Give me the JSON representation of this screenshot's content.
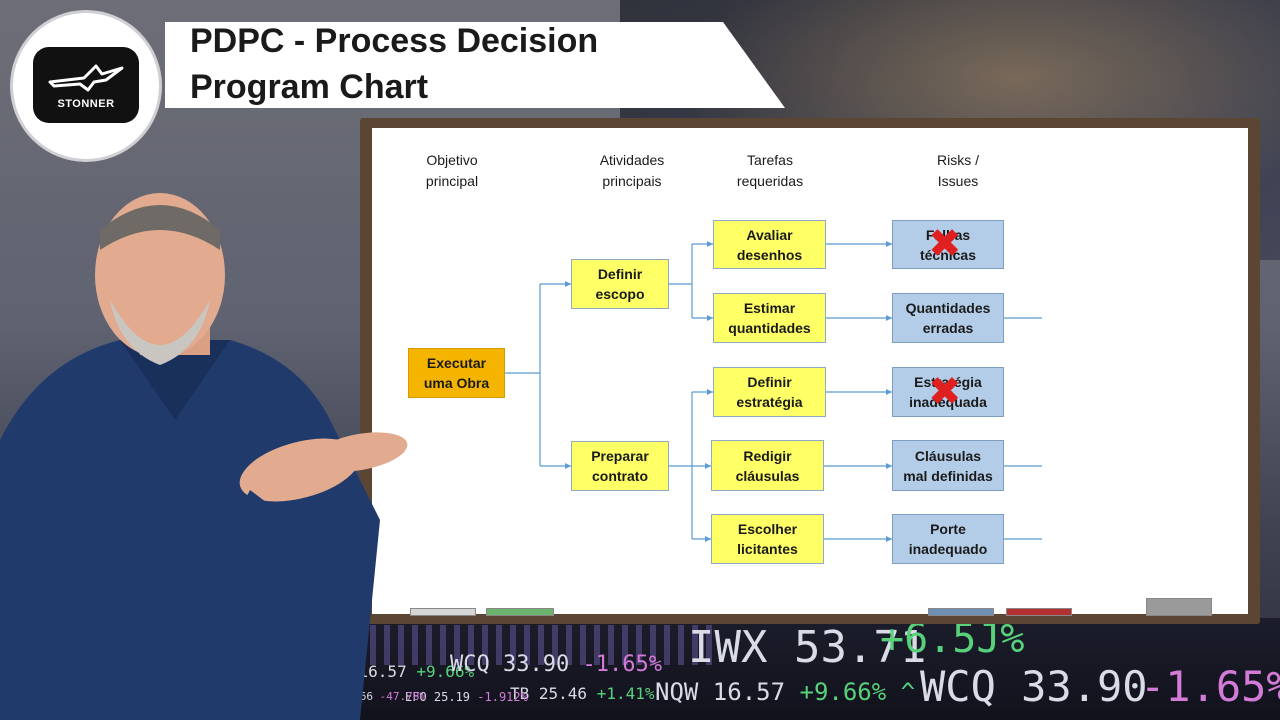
{
  "title": {
    "line1": "PDPC - Process Decision",
    "line2": "Program Chart"
  },
  "logo": {
    "text": "STONNER",
    "icon": "bird-logo-icon"
  },
  "diagram": {
    "headers": {
      "objective": [
        "Objetivo",
        "principal"
      ],
      "activities": [
        "Atividades",
        "principais"
      ],
      "tasks": [
        "Tarefas",
        "requeridas"
      ],
      "risks": [
        "Risks /",
        "Issues"
      ]
    },
    "root": [
      "Executar",
      "uma Obra"
    ],
    "activities": [
      [
        "Definir",
        "escopo"
      ],
      [
        "Preparar",
        "contrato"
      ]
    ],
    "tasks": [
      [
        "Avaliar",
        "desenhos"
      ],
      [
        "Estimar",
        "quantidades"
      ],
      [
        "Definir",
        "estratégia"
      ],
      [
        "Redigir",
        "cláusulas"
      ],
      [
        "Escolher",
        "licitantes"
      ]
    ],
    "risks": [
      [
        "Falhas",
        "técnicas"
      ],
      [
        "Quantidades",
        "erradas"
      ],
      [
        "Estratégia",
        "inadequada"
      ],
      [
        "Cláusulas",
        "mal definidas"
      ],
      [
        "Porte",
        "inadequado"
      ]
    ],
    "cross_mark": "✖",
    "colors": {
      "root": "#f4b400",
      "task": "#ffff66",
      "risk": "#b3cde8",
      "cross": "#e02020",
      "line": "#5b9bd5"
    }
  },
  "ticker": {
    "big": [
      "IWX 53.71",
      "+6.5J%",
      "WCQ 33.90",
      "-1.65%"
    ],
    "small": [
      "NQW 16.57",
      "+9.66%",
      "WCQ 33.90",
      "-1.65%",
      "NQW 16.57",
      "+9.66% ^",
      "TB 25.46",
      "+1.41%",
      "EFO 25.19",
      "-1.912%",
      "WQW 2.66",
      "-47.78%"
    ]
  }
}
